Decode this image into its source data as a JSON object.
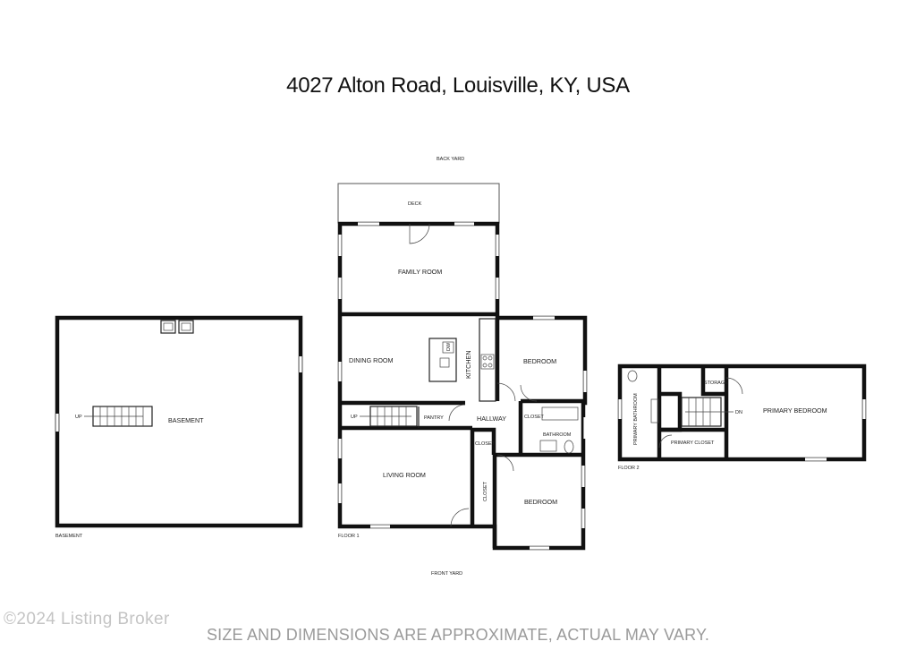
{
  "title": "4027 Alton Road, Louisville, KY, USA",
  "disclaimer": "SIZE AND DIMENSIONS ARE APPROXIMATE, ACTUAL MAY VARY.",
  "watermark": "©2024 Listing Broker",
  "labels": {
    "back_yard": "BACK YARD",
    "front_yard": "FRONT YARD",
    "deck": "DECK",
    "family_room": "FAMILY ROOM",
    "dining_room": "DINING ROOM",
    "kitchen": "KITCHEN",
    "dw": "DW",
    "bedroom_1": "BEDROOM",
    "bedroom_2": "BEDROOM",
    "hallway": "HALLWAY",
    "pantry": "PANTRY",
    "closet_hall": "CLOSET",
    "closet_a": "CLOSET",
    "closet_b": "CLOSET",
    "bathroom": "BATHROOM",
    "living_room": "LIVING ROOM",
    "up_floor1": "UP",
    "floor_1": "FLOOR 1",
    "basement_room": "BASEMENT",
    "basement_floor": "BASEMENT",
    "up_basement": "UP",
    "primary_bathroom": "PRIMARY BATHROOM",
    "storage": "STORAGE",
    "dn": "DN",
    "primary_closet": "PRIMARY CLOSET",
    "primary_bedroom": "PRIMARY BEDROOM",
    "floor_2": "FLOOR 2"
  }
}
